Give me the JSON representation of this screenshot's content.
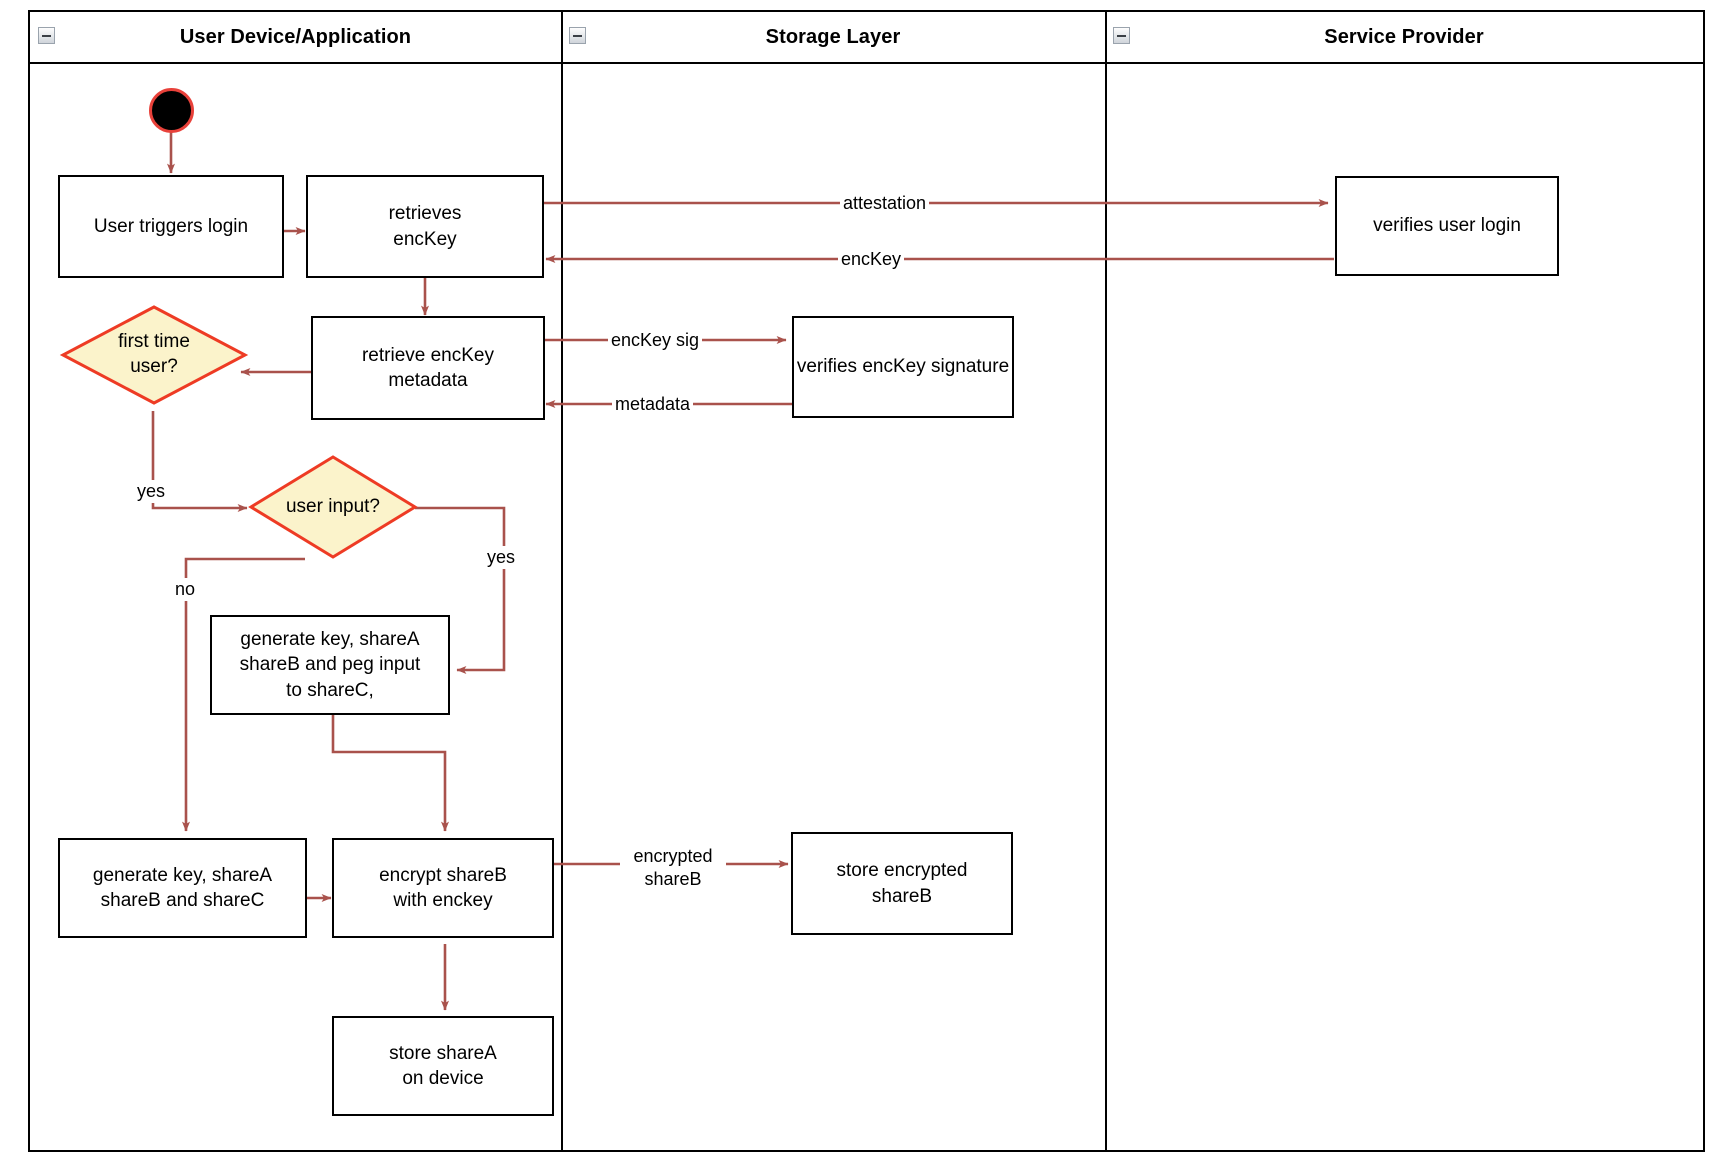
{
  "diagram": {
    "type": "uml-activity-swimlane",
    "accent_edge_color": "#A9524C",
    "decision_fill": "#FBF3CB",
    "decision_stroke": "#EE3B24",
    "node_stroke": "#000000",
    "start_node_stroke": "#E8413A"
  },
  "lanes": [
    {
      "id": "user-device",
      "title": "User Device/Application",
      "collapse_icon": "collapse-minus-icon"
    },
    {
      "id": "storage-layer",
      "title": "Storage Layer",
      "collapse_icon": "collapse-minus-icon"
    },
    {
      "id": "service-provider",
      "title": "Service Provider",
      "collapse_icon": "collapse-minus-icon"
    }
  ],
  "nodes": [
    {
      "id": "start",
      "kind": "initial-node",
      "label": ""
    },
    {
      "id": "user-triggers-login",
      "kind": "action",
      "label": "User triggers login"
    },
    {
      "id": "retrieves-enckey",
      "kind": "action",
      "label": "retrieves\nencKey"
    },
    {
      "id": "verifies-user-login",
      "kind": "action",
      "label": "verifies user login"
    },
    {
      "id": "retrieve-enckey-metadata",
      "kind": "action",
      "label": "retrieve encKey\nmetadata"
    },
    {
      "id": "verifies-enckey-signature",
      "kind": "action",
      "label": "verifies encKey signature"
    },
    {
      "id": "first-time-user",
      "kind": "decision",
      "label": "first time\nuser?"
    },
    {
      "id": "user-input",
      "kind": "decision",
      "label": "user input?"
    },
    {
      "id": "generate-peg-sharec",
      "kind": "action",
      "label": "generate key, shareA\nshareB and peg input\nto shareC,"
    },
    {
      "id": "generate-sharec",
      "kind": "action",
      "label": "generate key, shareA\nshareB and shareC"
    },
    {
      "id": "encrypt-shareb",
      "kind": "action",
      "label": "encrypt shareB\nwith enckey"
    },
    {
      "id": "store-encrypted-shareb",
      "kind": "action",
      "label": "store encrypted\nshareB"
    },
    {
      "id": "store-sharea-on-device",
      "kind": "action",
      "label": "store shareA\non device"
    }
  ],
  "edge_labels": {
    "attestation": "attestation",
    "enckey": "encKey",
    "enckey_sig": "encKey sig",
    "metadata": "metadata",
    "yes_first_time": "yes",
    "yes_user_input": "yes",
    "no_user_input": "no",
    "encrypted_shareb": "encrypted\nshareB"
  },
  "edges": [
    {
      "from": "start",
      "to": "user-triggers-login",
      "label": ""
    },
    {
      "from": "user-triggers-login",
      "to": "retrieves-enckey",
      "label": ""
    },
    {
      "from": "retrieves-enckey",
      "to": "verifies-user-login",
      "label": "attestation"
    },
    {
      "from": "verifies-user-login",
      "to": "retrieves-enckey",
      "label": "encKey"
    },
    {
      "from": "retrieves-enckey",
      "to": "retrieve-enckey-metadata",
      "label": ""
    },
    {
      "from": "retrieve-enckey-metadata",
      "to": "verifies-enckey-signature",
      "label": "encKey sig"
    },
    {
      "from": "verifies-enckey-signature",
      "to": "retrieve-enckey-metadata",
      "label": "metadata"
    },
    {
      "from": "retrieve-enckey-metadata",
      "to": "first-time-user",
      "label": ""
    },
    {
      "from": "first-time-user",
      "to": "user-input",
      "label": "yes"
    },
    {
      "from": "user-input",
      "to": "generate-peg-sharec",
      "label": "yes"
    },
    {
      "from": "user-input",
      "to": "generate-sharec",
      "label": "no"
    },
    {
      "from": "generate-peg-sharec",
      "to": "encrypt-shareb",
      "label": ""
    },
    {
      "from": "generate-sharec",
      "to": "encrypt-shareb",
      "label": ""
    },
    {
      "from": "encrypt-shareb",
      "to": "store-encrypted-shareb",
      "label": "encrypted shareB"
    },
    {
      "from": "encrypt-shareb",
      "to": "store-sharea-on-device",
      "label": ""
    }
  ]
}
